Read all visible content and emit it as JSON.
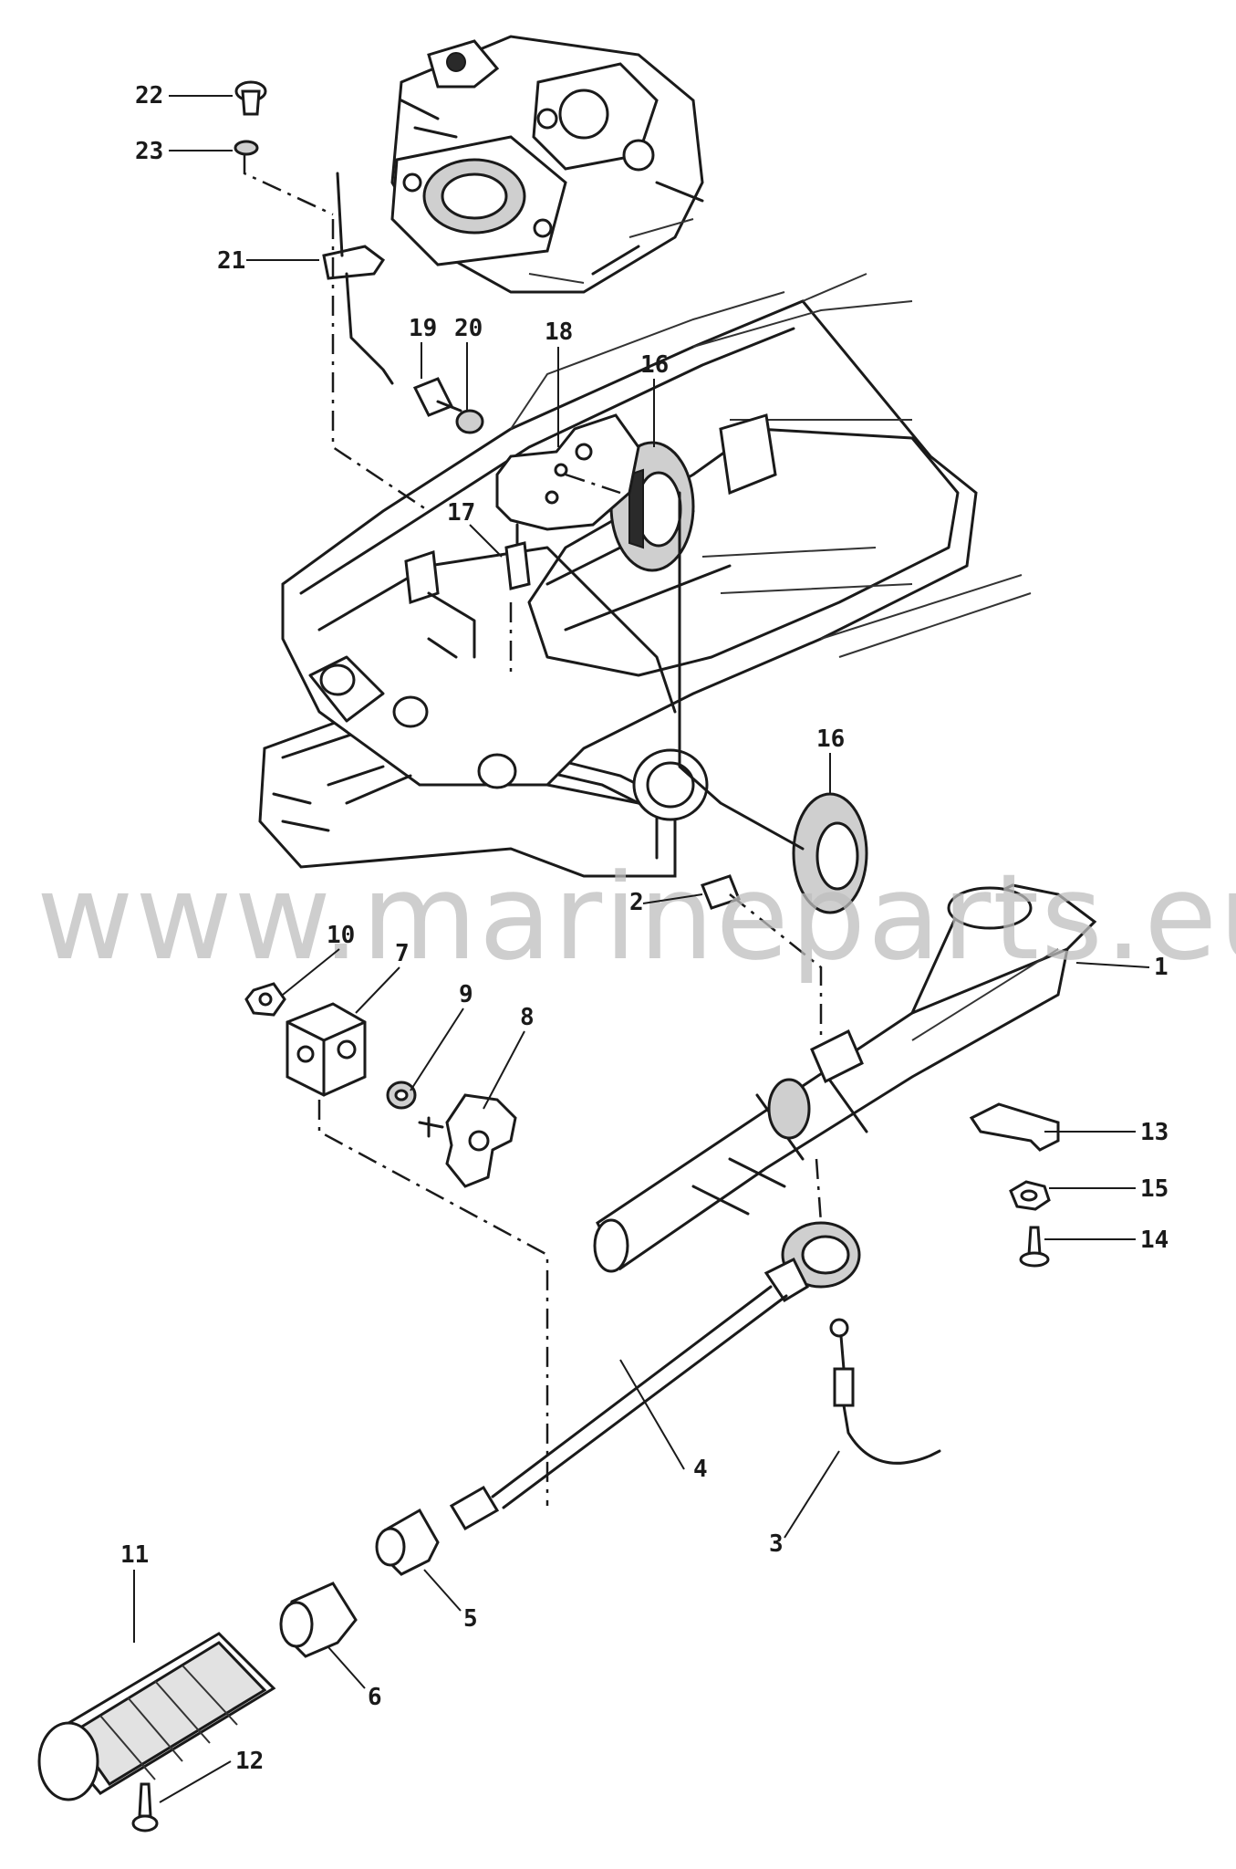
{
  "diagram": {
    "watermark": "www.marineparts.eu",
    "callouts": {
      "c1": "1",
      "c2": "2",
      "c3": "3",
      "c4": "4",
      "c5": "5",
      "c6": "6",
      "c7": "7",
      "c8": "8",
      "c9": "9",
      "c10": "10",
      "c11": "11",
      "c12": "12",
      "c13": "13",
      "c14": "14",
      "c15": "15",
      "c16a": "16",
      "c16b": "16",
      "c17": "17",
      "c18": "18",
      "c19": "19",
      "c20": "20",
      "c21": "21",
      "c22": "22",
      "c23": "23"
    }
  }
}
